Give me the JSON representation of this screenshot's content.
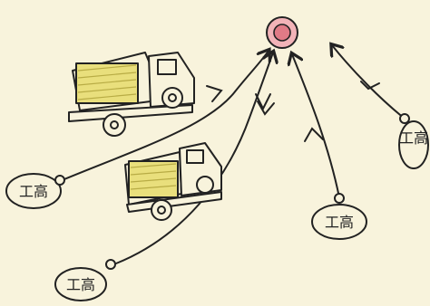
{
  "school_nodes": [
    {
      "id": "school-left",
      "label": "工高"
    },
    {
      "id": "school-bottom-left",
      "label": "工高"
    },
    {
      "id": "school-bottom-right",
      "label": "工高"
    },
    {
      "id": "school-right",
      "label": "工高"
    }
  ],
  "hub": {
    "icon": "target-hub-icon",
    "color": "#e07a86"
  },
  "vehicles": [
    {
      "icon": "lumber-truck-icon"
    },
    {
      "icon": "lumber-truck-icon"
    }
  ],
  "colors": {
    "ink": "#222222",
    "paper": "#f8f3dc",
    "cargo": "#e9df7c",
    "hub_fill": "#e07a86"
  }
}
